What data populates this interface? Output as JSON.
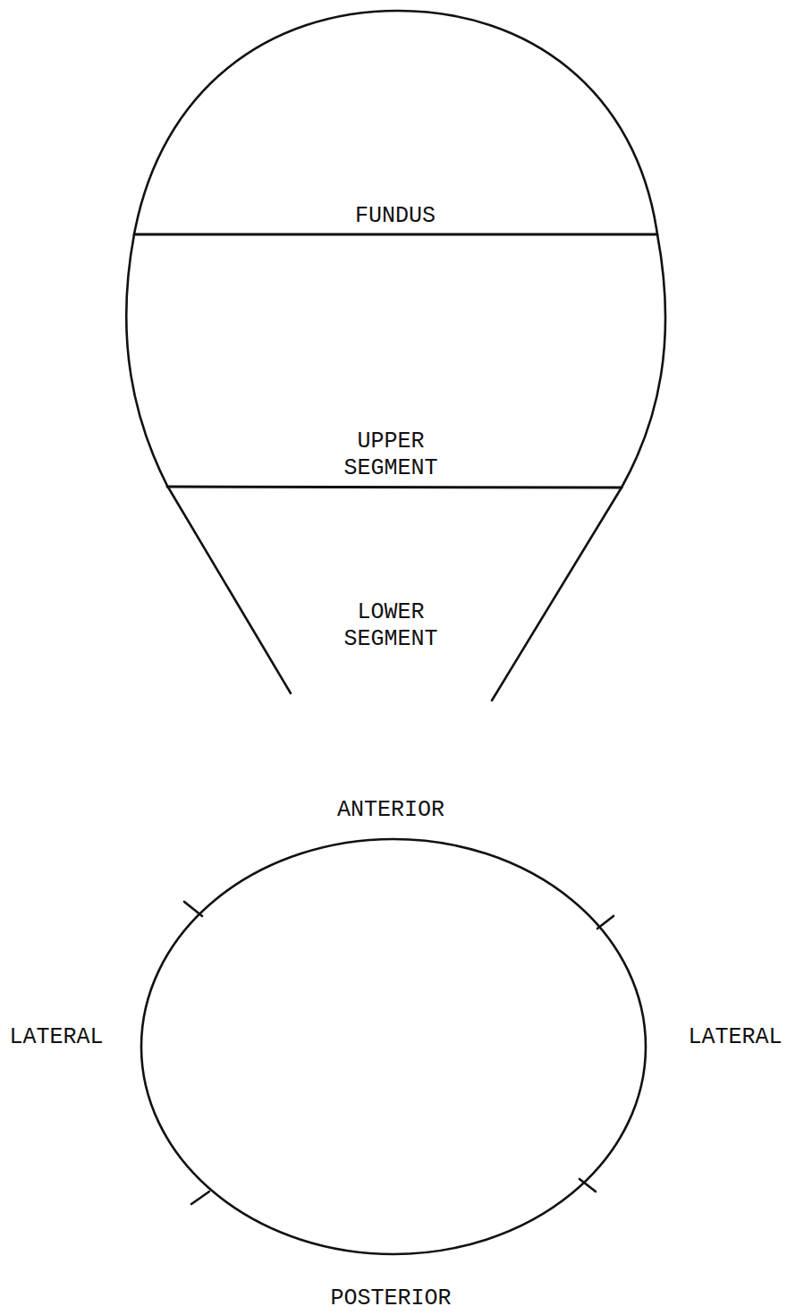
{
  "diagram": {
    "labels": [
      "FUNDUS",
      "UPPER SEGMENT",
      "LOWER SEGMENT",
      "ANTERIOR",
      "LATERAL",
      "LATERAL",
      "POSTERIOR"
    ]
  }
}
